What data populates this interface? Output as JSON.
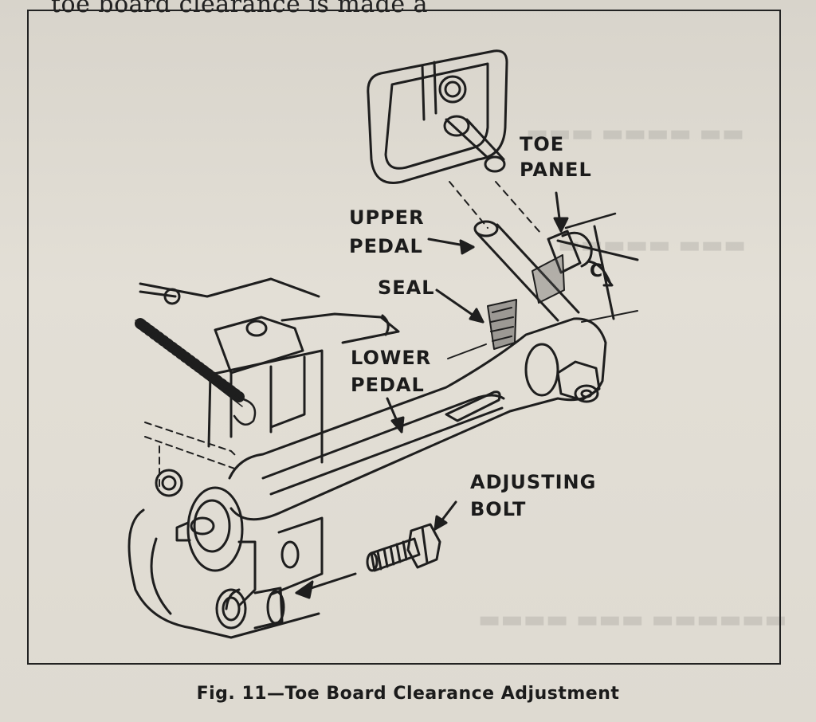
{
  "page": {
    "top_text": "toe board clearance is made a",
    "caption": "Fig. 11—Toe Board Clearance Adjustment"
  },
  "figure": {
    "labels": {
      "toe_panel_line1": "TOE",
      "toe_panel_line2": "PANEL",
      "upper_pedal_line1": "UPPER",
      "upper_pedal_line2": "PEDAL",
      "seal": "SEAL",
      "lower_pedal_line1": "LOWER",
      "lower_pedal_line2": "PEDAL",
      "adjusting_bolt_line1": "ADJUSTING",
      "adjusting_bolt_line2": "BOLT",
      "clearance": "C"
    }
  }
}
